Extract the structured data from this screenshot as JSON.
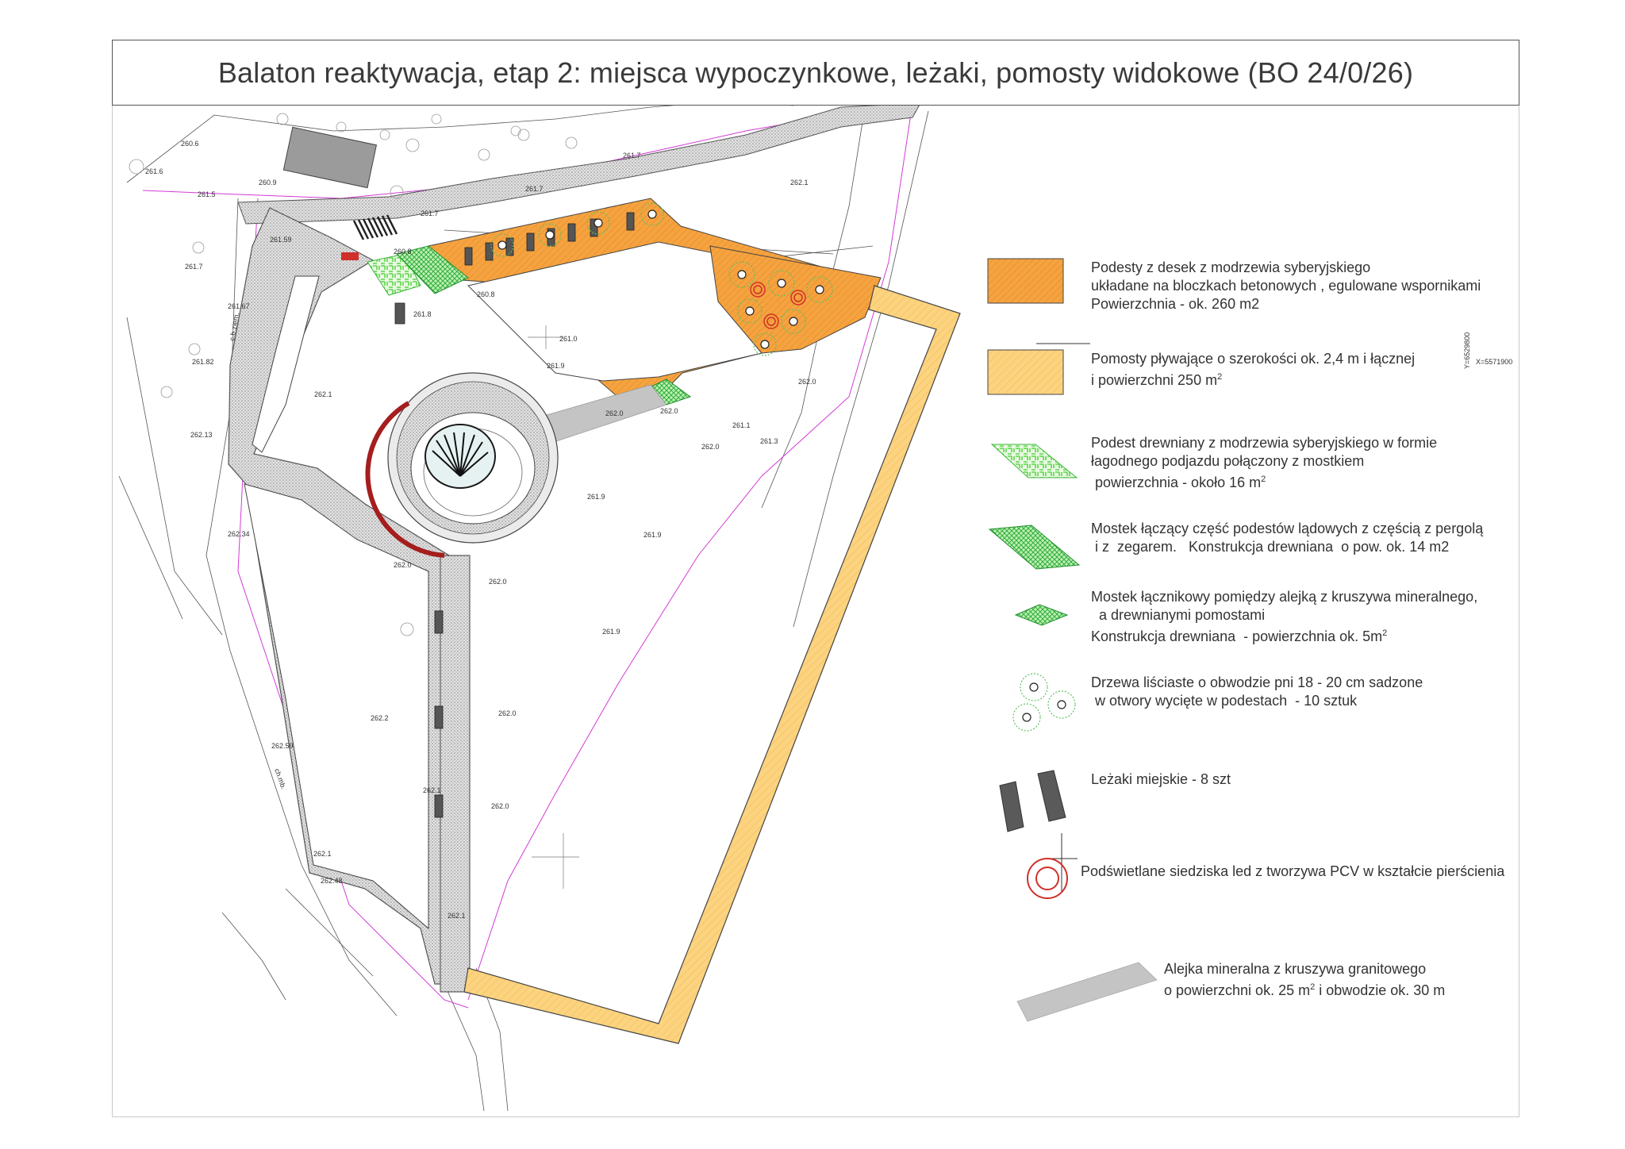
{
  "title": "Balaton reaktywacja, etap 2: miejsca wypoczynkowe, leżaki, pomosty widokowe (BO 24/0/26)",
  "colors": {
    "podesty": "#f5a341",
    "pomosty": "#fcd37f",
    "podest_green": "#8fe07f",
    "mostek_green": "#2fae3c",
    "alejka": "#c4c4c4",
    "ring": "#d0302a"
  },
  "legend": [
    {
      "id": "podesty",
      "lines": [
        "Podesty z desek z modrzewia syberyjskiego",
        "układane na bloczkach betonowych , egulowane wspornikami",
        "Powierzchnia - ok. 260 m2"
      ]
    },
    {
      "id": "pomosty",
      "lines": [
        "Pomosty pływające o szerokości ok. 2,4 m i łącznej",
        "i  powierzchni 250 m"
      ],
      "sup": "2"
    },
    {
      "id": "podest-drewniany",
      "lines": [
        "Podest drewniany z modrzewia syberyjskiego w formie",
        "łagodnego podjazdu połączony z mostkiem",
        " powierzchnia - około 16 m"
      ],
      "sup": "2"
    },
    {
      "id": "mostek-pergola",
      "lines": [
        "Mostek łączący część podestów lądowych z częścią z pergolą",
        " i z  zegarem.   Konstrukcja drewniana  o pow. ok. 14 m2"
      ]
    },
    {
      "id": "mostek-lacznikowy",
      "lines": [
        "Mostek łącznikowy pomiędzy alejką z kruszywa mineralnego,",
        "  a drewnianymi pomostami",
        "Konstrukcja drewniana  - powierzchnia ok. 5m"
      ],
      "sup": "2"
    },
    {
      "id": "drzewa",
      "lines": [
        "Drzewa liściaste o obwodzie pni 18 - 20 cm sadzone",
        " w otwory wycięte w podestach  - 10 sztuk"
      ]
    },
    {
      "id": "lezaki",
      "lines": [
        "Leżaki miejskie - 8 szt"
      ]
    },
    {
      "id": "siedziska",
      "lines": [
        "Podświetlane siedziska led z tworzywa PCV w kształcie pierścienia"
      ]
    },
    {
      "id": "alejka",
      "lines": [
        "Alejka mineralna z kruszywa granitowego",
        "o powierzchni ok. 25 m",
        " i obwodzie ok. 30 m"
      ],
      "sup": "2"
    }
  ],
  "coord_label": "X=5571900",
  "coord_label_vertical": "Y=6529800",
  "elevations": [
    "260.6",
    "261.6",
    "261.5",
    "260.9",
    "261.59",
    "261.7",
    "261.67",
    "261.82",
    "262.13",
    "262.34",
    "262.59",
    "262.48",
    "262.1",
    "262.1",
    "262.0",
    "262.0",
    "262.2",
    "262.1",
    "262.0",
    "262.0",
    "261.7",
    "261.7",
    "261.7",
    "262.1",
    "260.8",
    "260.8",
    "261.8",
    "261.0",
    "261.9",
    "262.0",
    "262.0",
    "262.0",
    "261.1",
    "261.3",
    "262.0",
    "261.9",
    "261.9",
    "261.9",
    "262.1"
  ],
  "annotations": [
    "c.b.ziem.",
    "ch.mb."
  ]
}
